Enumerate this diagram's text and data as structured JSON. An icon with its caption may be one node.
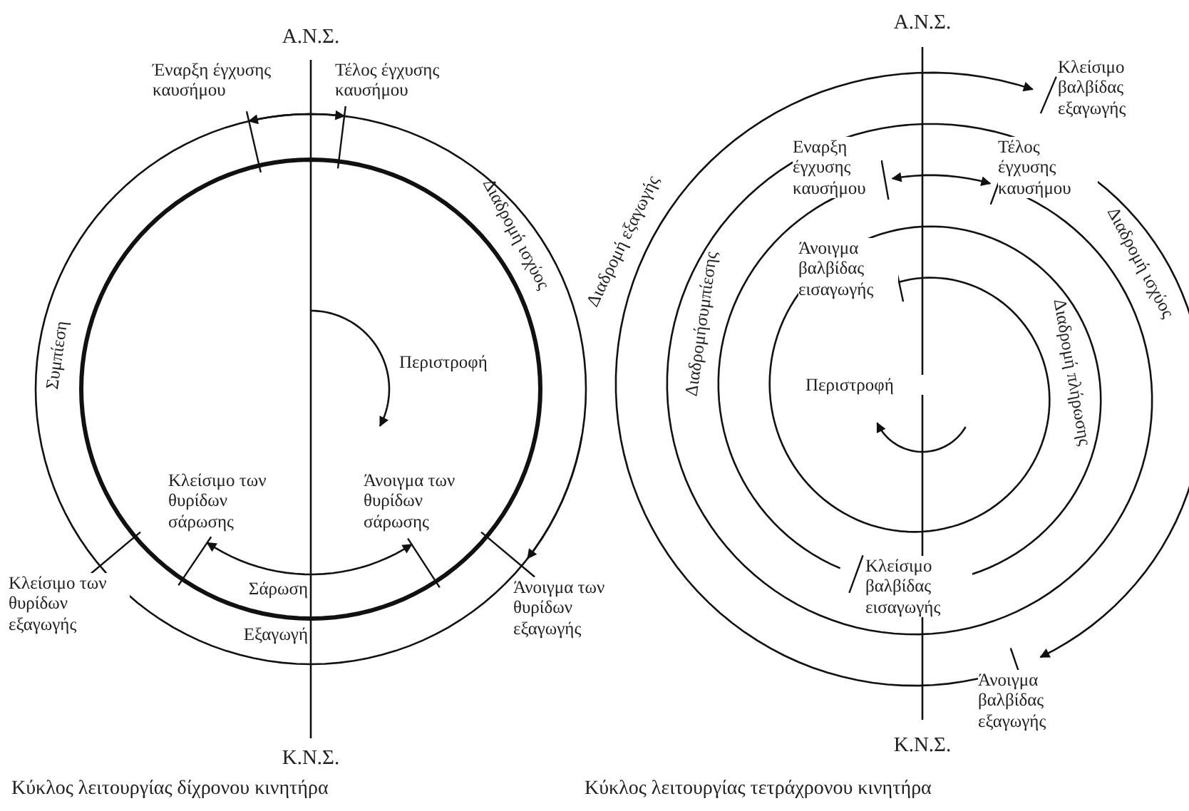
{
  "diagram": {
    "labels": [
      "Α.Ν.Σ.",
      "Έναρξη έγχυσης καυσήμου",
      "Τέλος έγχυσης καυσήμου",
      "Διαδρομή ισχύος",
      "Συμπίεση",
      "Περιστροφή",
      "Κλείσιμο των θυρίδων σάρωσης",
      "Άνοιγμα των θυρίδων σάρωσης",
      "Κλείσιμο των θυρίδων εξαγωγής",
      "Σάρωση",
      "Άνοιγμα των θυρίδων εξαγωγής",
      "Εξαγωγή",
      "Κ.Ν.Σ.",
      "Κύκλος λειτουργίας δίχρονου κινητήρα",
      "Α.Ν.Σ.",
      "Κλείσιμο βαλβίδας εξαγωγής",
      "Εναρξη έγχυσης καυσήμου",
      "Τέλος έγχυσης καυσήμου",
      "Διαδρομή εξαγωγής",
      "Διαδρομήσυμπίεσης",
      "Άνοιγμα βαλβίδας εισαγωγής",
      "Διαδρομή ισχύος",
      "Διαδρομή πλήρωσης",
      "Περιστροφή",
      "Κλείσιμο βαλβίδας εισαγωγής",
      "Άνοιγμα βαλβίδας εξαγωγής",
      "Κ.Ν.Σ.",
      "Κύκλος λειτουργίας τετράχρονου κινητήρα"
    ]
  }
}
